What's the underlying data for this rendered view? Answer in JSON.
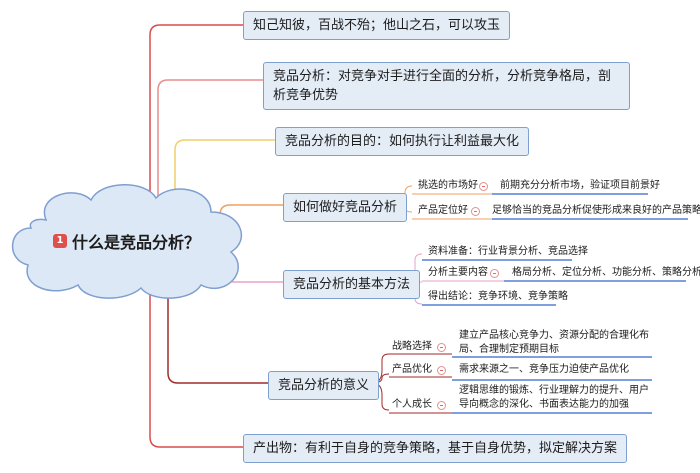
{
  "central": {
    "badge": "1",
    "title": "什么是竞品分析？"
  },
  "topics": {
    "quote": "知己知彼，百战不殆；他山之石，可以攻玉",
    "definition": "竞品分析：对竞争对手进行全面的分析，分析竞争格局，剖析竞争优势",
    "purpose": "竞品分析的目的：如何执行让利益最大化",
    "how_to": {
      "label": "如何做好竞品分析",
      "items": [
        {
          "label": "挑选的市场好",
          "detail": "前期充分分析市场，验证项目前景好"
        },
        {
          "label": "产品定位好",
          "detail": "足够恰当的竞品分析促使形成来良好的产品策略"
        }
      ]
    },
    "methods": {
      "label": "竞品分析的基本方法",
      "items": [
        {
          "label": "资料准备：行业背景分析、竞品选择",
          "detail": ""
        },
        {
          "label": "分析主要内容",
          "detail": "格局分析、定位分析、功能分析、策略分析"
        },
        {
          "label": "得出结论：竞争环境、竞争策略",
          "detail": ""
        }
      ]
    },
    "significance": {
      "label": "竞品分析的意义",
      "items": [
        {
          "label": "战略选择",
          "detail": "建立产品核心竞争力、资源分配的合理化布局、合理制定预期目标"
        },
        {
          "label": "产品优化",
          "detail": "需求来源之一、竞争压力迫使产品优化"
        },
        {
          "label": "个人成长",
          "detail": "逻辑思维的锻炼、行业理解力的提升、用户导向概念的深化、书面表达能力的加强"
        }
      ]
    },
    "output": "产出物：有利于自身的竞争策略，基于自身优势，拟定解决方案"
  },
  "colors": {
    "branch_red": "#d94c4c",
    "branch_orange": "#f0a060",
    "branch_yellow": "#f2cf6a",
    "branch_pink": "#e8a0c8",
    "branch_darkred": "#a02a2a",
    "topic_fill": "#e4ecf6",
    "topic_border": "#7f9fd0",
    "underline_blue": "#3366cc",
    "cloud_fill": "#dde8f6",
    "cloud_stroke": "#7f9fd0"
  }
}
